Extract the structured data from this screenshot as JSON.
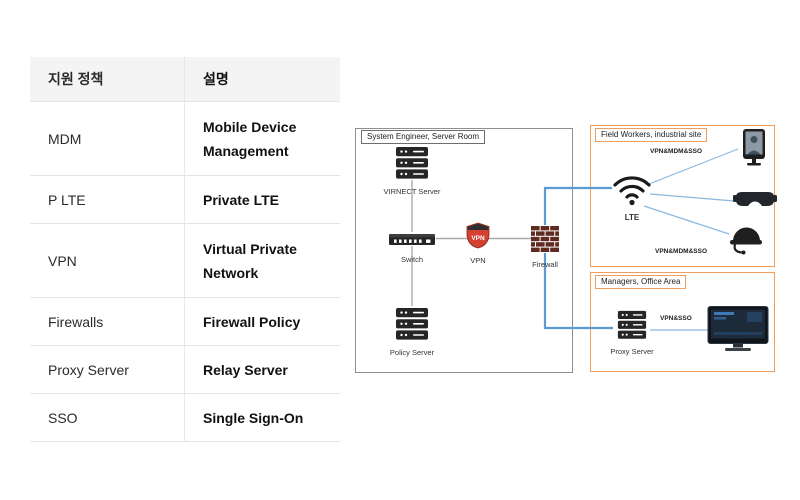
{
  "table": {
    "headers": {
      "policy": "지원 정책",
      "description": "설명"
    },
    "rows": [
      {
        "policy": "MDM",
        "description": "Mobile Device Management"
      },
      {
        "policy": "P LTE",
        "description": "Private LTE"
      },
      {
        "policy": "VPN",
        "description": "Virtual Private Network"
      },
      {
        "policy": "Firewalls",
        "description": "Firewall Policy"
      },
      {
        "policy": "Proxy Server",
        "description": "Relay Server"
      },
      {
        "policy": "SSO",
        "description": "Single Sign-On"
      }
    ]
  },
  "diagram": {
    "server_room": {
      "title": "System Engineer, Server Room",
      "virnect_server_label": "VIRNECT Server",
      "switch_label": "Switch",
      "vpn_shield_text": "VPN",
      "vpn_label": "VPN",
      "policy_server_label": "Policy Server"
    },
    "firewall_label": "Firewall",
    "field_workers": {
      "title": "Field Workers, industrial site",
      "top_label": "VPN&MDM&SSO",
      "lte_label": "LTE",
      "bottom_label": "VPN&MDM&SSO"
    },
    "managers": {
      "title": "Managers, Office Area",
      "proxy_server_label": "Proxy Server",
      "label": "VPN&SSO"
    },
    "colors": {
      "connector_blue": "#5b9bd5",
      "box_orange": "#f09e5e",
      "shield_red": "#d24131"
    }
  }
}
